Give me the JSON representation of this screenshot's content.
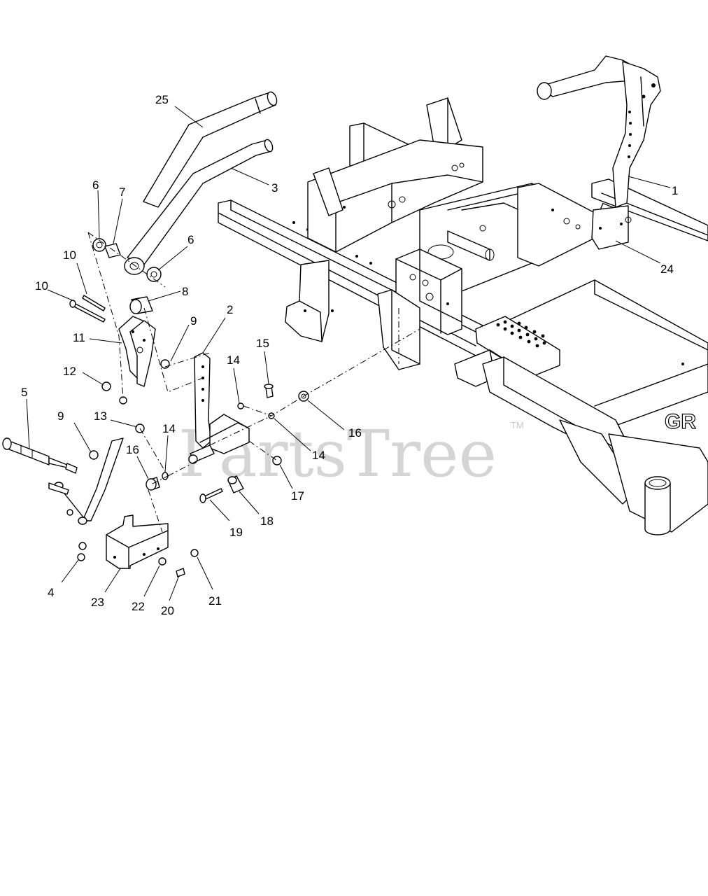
{
  "diagram": {
    "callouts": [
      {
        "id": "c25",
        "label": "25"
      },
      {
        "id": "c3",
        "label": "3"
      },
      {
        "id": "c1",
        "label": "1"
      },
      {
        "id": "c24",
        "label": "24"
      },
      {
        "id": "c6a",
        "label": "6"
      },
      {
        "id": "c7",
        "label": "7"
      },
      {
        "id": "c6b",
        "label": "6"
      },
      {
        "id": "c10a",
        "label": "10"
      },
      {
        "id": "c10b",
        "label": "10"
      },
      {
        "id": "c8",
        "label": "8"
      },
      {
        "id": "c9a",
        "label": "9"
      },
      {
        "id": "c11",
        "label": "11"
      },
      {
        "id": "c2",
        "label": "2"
      },
      {
        "id": "c12",
        "label": "12"
      },
      {
        "id": "c15",
        "label": "15"
      },
      {
        "id": "c14a",
        "label": "14"
      },
      {
        "id": "c5",
        "label": "5"
      },
      {
        "id": "c9b",
        "label": "9"
      },
      {
        "id": "c13",
        "label": "13"
      },
      {
        "id": "c14b",
        "label": "14"
      },
      {
        "id": "c16a",
        "label": "16"
      },
      {
        "id": "c16b",
        "label": "16"
      },
      {
        "id": "c14c",
        "label": "14"
      },
      {
        "id": "c17",
        "label": "17"
      },
      {
        "id": "c18",
        "label": "18"
      },
      {
        "id": "c19",
        "label": "19"
      },
      {
        "id": "c4",
        "label": "4"
      },
      {
        "id": "c23",
        "label": "23"
      },
      {
        "id": "c22",
        "label": "22"
      },
      {
        "id": "c20",
        "label": "20"
      },
      {
        "id": "c21",
        "label": "21"
      }
    ],
    "watermark": "PartsTree",
    "trademark": "TM",
    "frame_brand": "GR"
  }
}
